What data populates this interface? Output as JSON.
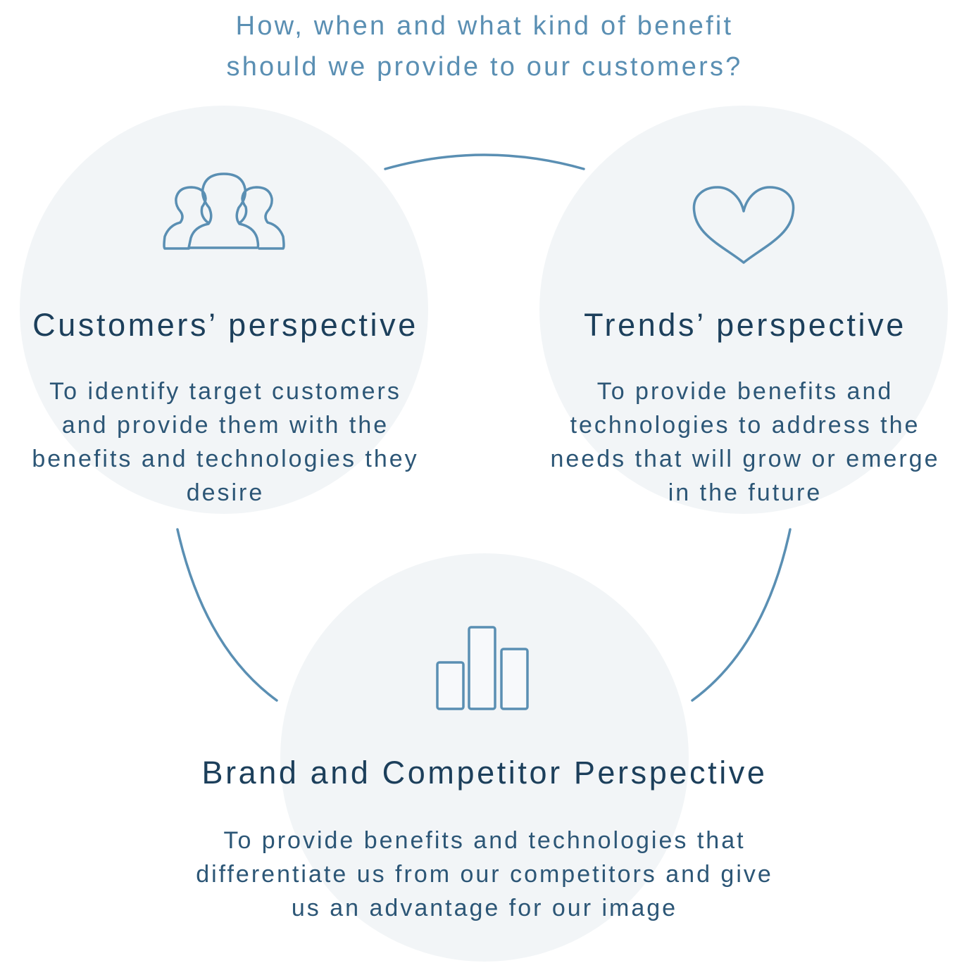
{
  "question": {
    "line1": "How, when and what kind of benefit",
    "line2": "should we provide to our customers?"
  },
  "colors": {
    "circle_fill": "#f2f5f7",
    "accent": "#5a8fb3",
    "heading": "#1c3f5b",
    "body": "#2c5676"
  },
  "perspectives": [
    {
      "icon": "people-icon",
      "title": "Customers’ perspective",
      "description_lines": [
        "To identify target customers",
        "and provide them with the",
        "benefits and technologies they",
        "desire"
      ]
    },
    {
      "icon": "heart-icon",
      "title": "Trends’ perspective",
      "description_lines": [
        "To provide benefits and",
        "technologies to address the",
        "needs that will grow or emerge",
        "in the future"
      ]
    },
    {
      "icon": "bar-chart-icon",
      "title": "Brand and Competitor Perspective",
      "description_lines": [
        "To provide benefits and technologies that",
        "differentiate us from our competitors and give",
        "us an advantage for our image"
      ]
    }
  ]
}
